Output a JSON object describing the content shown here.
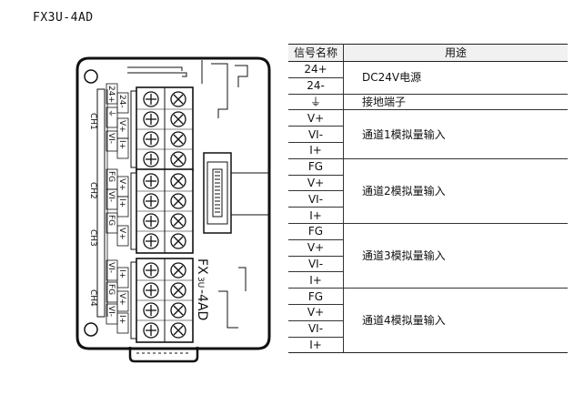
{
  "model": "FX3U-4AD",
  "module_label": {
    "main": "FX",
    "sub": "3U",
    "suffix": "-4AD"
  },
  "terminal_labels": {
    "ch1": [
      "24+",
      "24-",
      "⏚",
      "V+",
      "VI-",
      "I+"
    ],
    "ch1_name": "CH1",
    "ch2": [
      "FG",
      "V+",
      "VI-",
      "I+"
    ],
    "ch2_name": "CH2",
    "ch3": [
      "FG",
      "V+",
      "VI-",
      "I+"
    ],
    "ch3_name": "CH3",
    "ch4": [
      "FG",
      "V+",
      "VI-",
      "I+"
    ],
    "ch4_name": "CH4"
  },
  "table": {
    "header": {
      "signal": "信号名称",
      "use": "用途"
    },
    "rows": [
      {
        "signal": "24+",
        "use": "DC24V电源",
        "span": 2
      },
      {
        "signal": "24-"
      },
      {
        "signal": "⏚",
        "use": "接地端子",
        "span": 1
      },
      {
        "signal": "V+",
        "use": "通道1模拟量输入",
        "span": 3
      },
      {
        "signal": "VI-"
      },
      {
        "signal": "I+"
      },
      {
        "signal": "FG",
        "use": "通道2模拟量输入",
        "span": 4
      },
      {
        "signal": "V+"
      },
      {
        "signal": "VI-"
      },
      {
        "signal": "I+"
      },
      {
        "signal": "FG",
        "use": "通道3模拟量输入",
        "span": 4
      },
      {
        "signal": "V+"
      },
      {
        "signal": "VI-"
      },
      {
        "signal": "I+"
      },
      {
        "signal": "FG",
        "use": "通道4模拟量输入",
        "span": 4
      },
      {
        "signal": "V+"
      },
      {
        "signal": "VI-"
      },
      {
        "signal": "I+"
      }
    ]
  }
}
